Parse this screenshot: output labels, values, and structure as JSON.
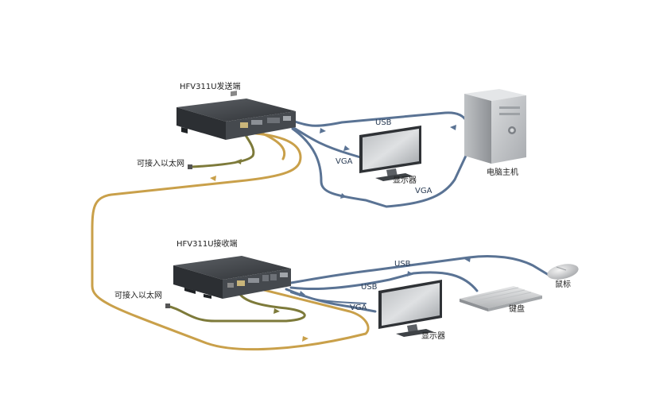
{
  "devices": {
    "sender": {
      "label": "HFV311U发送端"
    },
    "receiver": {
      "label": "HFV311U接收端"
    },
    "pc": {
      "label": "电脑主机"
    },
    "monitor_top": {
      "label": "显示器"
    },
    "monitor_bottom": {
      "label": "显示器"
    },
    "mouse": {
      "label": "鼠标"
    },
    "keyboard": {
      "label": "键盘"
    }
  },
  "ethernet": {
    "sender": "可接入以太网",
    "receiver": "可接入以太网"
  },
  "cables": {
    "usb_top": "USB",
    "vga_top_monitor": "VGA",
    "vga_top_pc": "VGA",
    "usb_bottom_mouse": "USB",
    "usb_bottom_keyboard": "USB",
    "vga_bottom": "VGA"
  },
  "colors": {
    "blue_cable": "#5a7394",
    "gold_cable": "#c9a04a",
    "olive_cable": "#7d7a3a",
    "device_dark": "#3b3f43"
  }
}
